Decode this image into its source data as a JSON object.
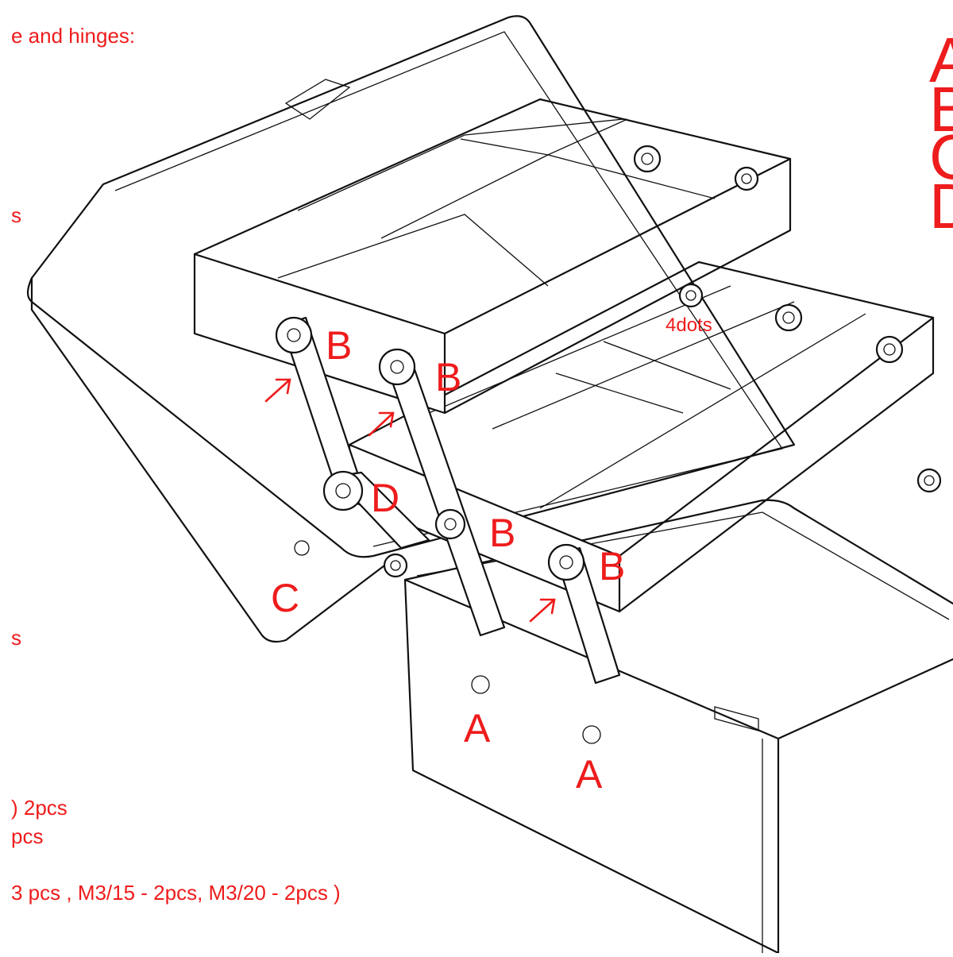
{
  "left_notes": {
    "top": "e and hinges:",
    "s1": "s",
    "s2": "s",
    "pcs1": ") 2pcs",
    "pcs2": "pcs",
    "screws": "3 pcs , M3/15 - 2pcs, M3/20 - 2pcs )"
  },
  "right_edge_letters": [
    "A",
    "B",
    "C",
    "D"
  ],
  "part_labels": {
    "b1": "B",
    "b2": "B",
    "b3": "B",
    "b4": "B",
    "d": "D",
    "c": "C",
    "a1": "A",
    "a2": "A",
    "dots": "4dots"
  },
  "colors": {
    "annotation": "#ee1c1c",
    "line": "#111111",
    "background": "#ffffff"
  }
}
